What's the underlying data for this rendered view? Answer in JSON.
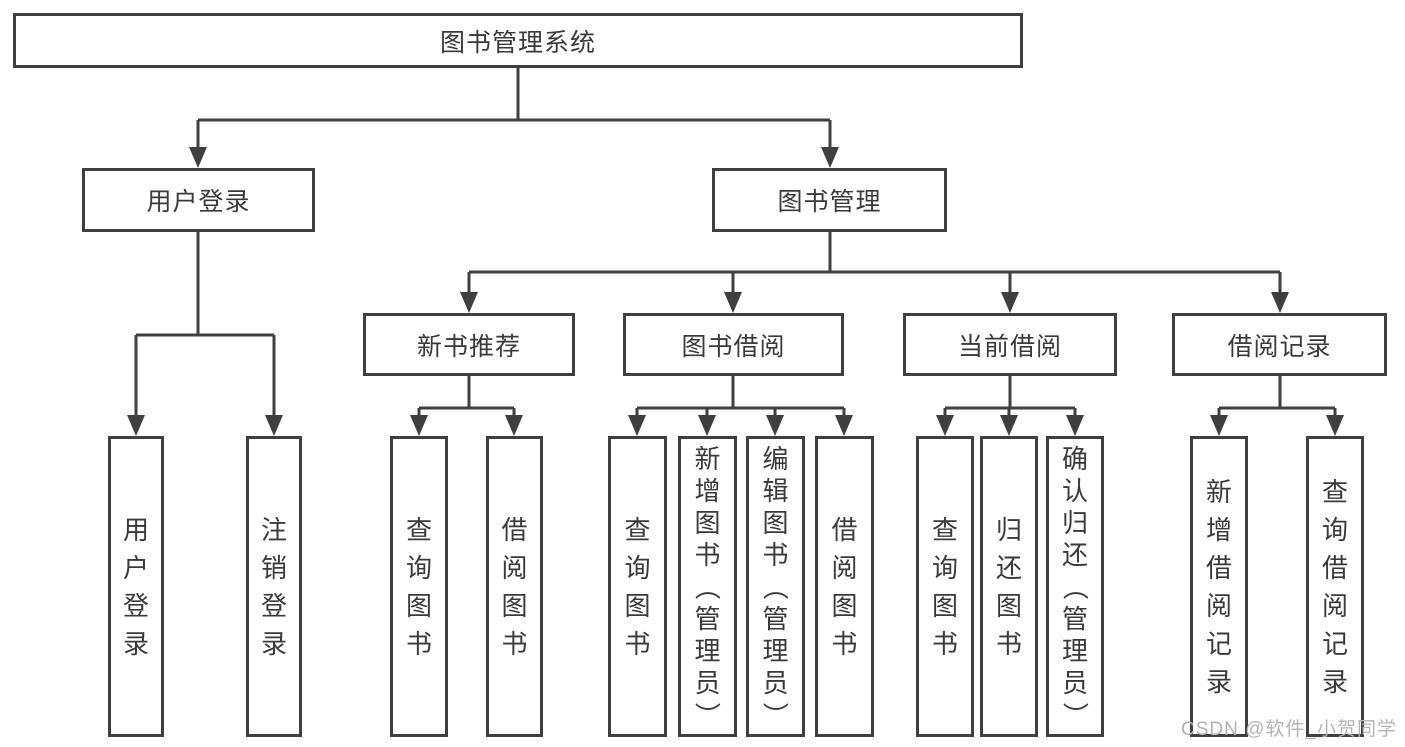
{
  "title": {
    "label": "图书管理系统"
  },
  "nodes": {
    "level2": [
      {
        "label": "用户登录"
      },
      {
        "label": "图书管理"
      }
    ],
    "level3": [
      {
        "label": "新书推荐",
        "parent": "图书管理"
      },
      {
        "label": "图书借阅",
        "parent": "图书管理"
      },
      {
        "label": "当前借阅",
        "parent": "图书管理"
      },
      {
        "label": "借阅记录",
        "parent": "图书管理"
      }
    ],
    "leaves": [
      {
        "label": "用户登录",
        "parent": "用户登录"
      },
      {
        "label": "注销登录",
        "parent": "用户登录"
      },
      {
        "label": "查询图书",
        "parent": "新书推荐"
      },
      {
        "label": "借阅图书",
        "parent": "新书推荐"
      },
      {
        "label": "查询图书",
        "parent": "图书借阅"
      },
      {
        "label": "新增图书（管理员）",
        "parent": "图书借阅"
      },
      {
        "label": "编辑图书（管理员）",
        "parent": "图书借阅"
      },
      {
        "label": "借阅图书",
        "parent": "图书借阅"
      },
      {
        "label": "查询图书",
        "parent": "当前借阅"
      },
      {
        "label": "归还图书",
        "parent": "当前借阅"
      },
      {
        "label": "确认归还（管理员）",
        "parent": "当前借阅"
      },
      {
        "label": "新增借阅记录",
        "parent": "借阅记录"
      },
      {
        "label": "查询借阅记录",
        "parent": "借阅记录"
      }
    ]
  },
  "watermark": {
    "text": "CSDN @软件_小贺同学",
    "color": "#b4b4b4"
  },
  "colors": {
    "background": "#ffffff",
    "border": "#3f3f3f",
    "text": "#3a3a3a",
    "connector": "#3f3f3f"
  }
}
